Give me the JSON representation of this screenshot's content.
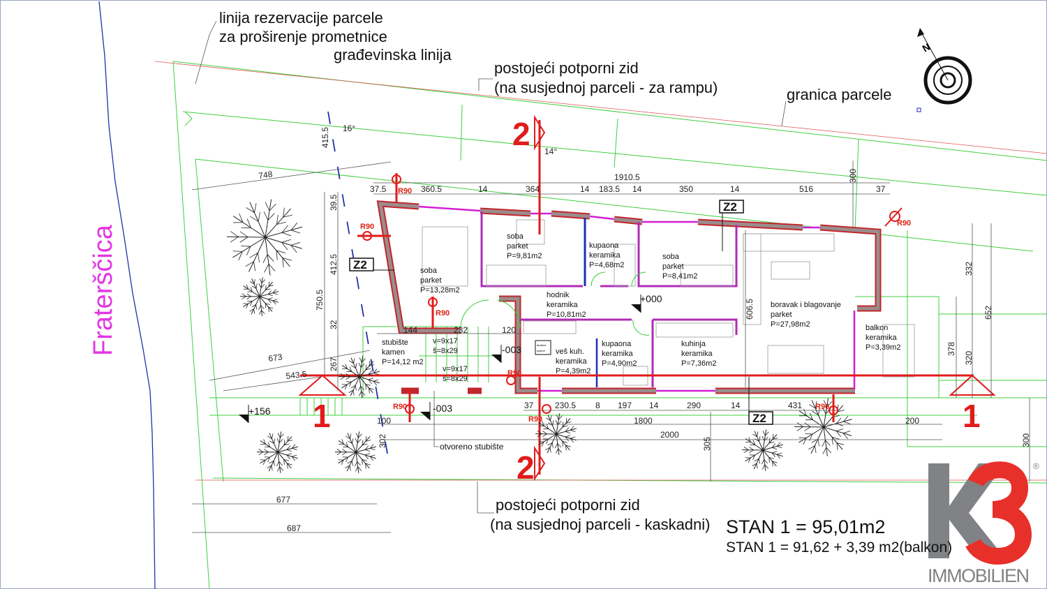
{
  "street_name": "Fraterščica",
  "annotations": {
    "reservation_line_1": "linija rezervacije parcele",
    "reservation_line_2": "za proširenje prometnice",
    "building_line": "građevinska linija",
    "retaining_wall_top_1": "postojeći potporni zid",
    "retaining_wall_top_2": "(na susjednoj parceli - za rampu)",
    "plot_boundary": "granica parcele",
    "retaining_wall_bottom_1": "postojeći potporni zid",
    "retaining_wall_bottom_2": "(na susjednoj parceli - kaskadni)",
    "open_staircase": "otvoreno stubište",
    "heat_pump_1": "dizalica",
    "heat_pump_2": "topline"
  },
  "rooms": [
    {
      "name": "soba",
      "finish": "parket",
      "area": "P=13,28m2"
    },
    {
      "name": "soba",
      "finish": "parket",
      "area": "P=9,81m2"
    },
    {
      "name": "kupaona",
      "finish": "keramika",
      "area": "P=4,68m2"
    },
    {
      "name": "soba",
      "finish": "parket",
      "area": "P=8,41m2"
    },
    {
      "name": "hodnik",
      "finish": "keramika",
      "area": "P=10,81m2"
    },
    {
      "name": "boravak i blagovanje",
      "finish": "parket",
      "area": "P=27,98m2"
    },
    {
      "name": "stubište",
      "finish": "kamen",
      "area": "P=14,12 m2"
    },
    {
      "name": "veš kuh.",
      "finish": "keramika",
      "area": "P=4,39m2"
    },
    {
      "name": "kupaona",
      "finish": "keramika",
      "area": "P=4,90m2"
    },
    {
      "name": "kuhinja",
      "finish": "keramika",
      "area": "P=7,36m2"
    },
    {
      "name": "balkon",
      "finish": "keramika",
      "area": "P=3,39m2"
    }
  ],
  "dimensions": {
    "total_top": "1910.5",
    "top": [
      "37.5",
      "360.5",
      "14",
      "364",
      "14",
      "183.5",
      "14",
      "350",
      "14",
      "516",
      "37"
    ],
    "plot_offset_top": "300",
    "left_748": "748",
    "left_415": "415.5",
    "angle_16": "16°",
    "angle_14": "14°",
    "left_vert": [
      "39.5",
      "412.5",
      "750.5",
      "32",
      "267"
    ],
    "left_673": "673",
    "left_543": "543.5",
    "stairs": [
      "144",
      "232",
      "120"
    ],
    "bottom": [
      "37",
      "230.5",
      "8",
      "197",
      "14",
      "290",
      "14",
      "431"
    ],
    "d100": "100",
    "d1800": "1800",
    "d200": "200",
    "d2000": "2000",
    "d302": "302",
    "d305": "305",
    "d300": "300",
    "d677": "677",
    "d687": "687",
    "d606": "606.5",
    "right": [
      "332",
      "652",
      "378",
      "320"
    ]
  },
  "stair_specs": [
    "v=9x17",
    "š=8x29",
    "v=9x17",
    "š=8x29"
  ],
  "levels": [
    "+000",
    "-003",
    "-003",
    "+156"
  ],
  "fire_rating": "R90",
  "zone_tag": "Z2",
  "section_labels": {
    "one": "1",
    "two": "2"
  },
  "compass": {
    "north": "N"
  },
  "summary": {
    "line1": "STAN 1 = 95,01m2",
    "line2": "STAN 1 = 91,62 + 3,39 m2(balkon)"
  },
  "logo": {
    "mark_k": "K",
    "mark_3": "3",
    "word": "IMMOBILIEN",
    "registered": "®",
    "gray": "#808285",
    "red": "#e8302a"
  }
}
